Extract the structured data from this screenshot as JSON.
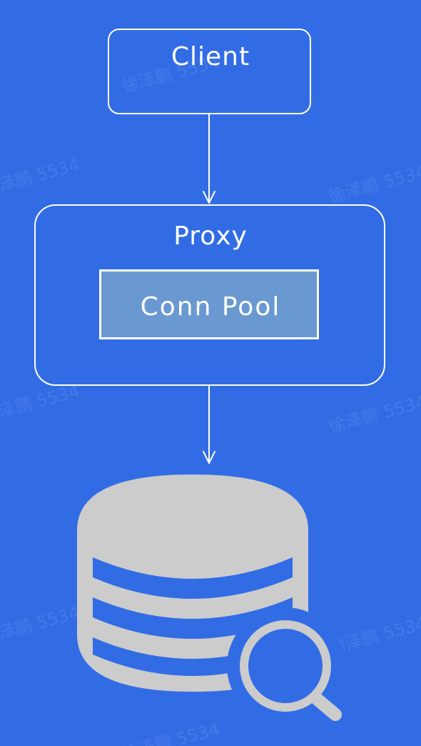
{
  "diagram": {
    "client_label": "Client",
    "proxy_label": "Proxy",
    "pool_label": "Conn Pool"
  },
  "watermark": {
    "text": "徐泽鹏 5534"
  },
  "colors": {
    "background": "#326ce5",
    "stroke": "#ffffff",
    "pool_fill": "#6a99d2",
    "database_fill": "#cccccc"
  },
  "icons": {
    "database": "database-search-icon"
  }
}
